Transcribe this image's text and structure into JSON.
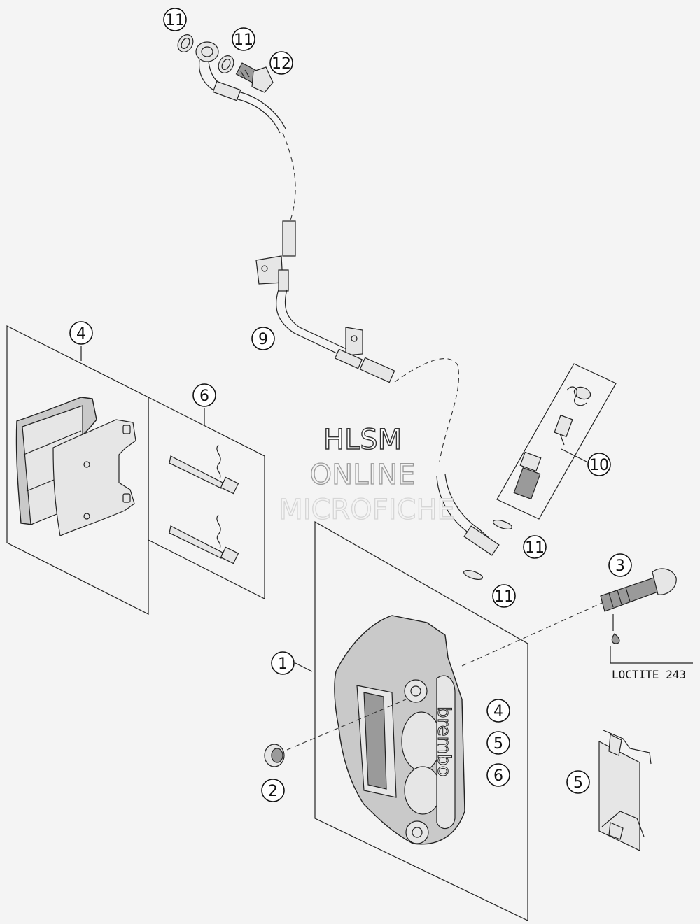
{
  "callouts": {
    "c1": "1",
    "c2": "2",
    "c3": "3",
    "c4a": "4",
    "c4b": "4",
    "c5a": "5",
    "c5b": "5",
    "c6a": "6",
    "c6b": "6",
    "c9": "9",
    "c10": "10",
    "c11a": "11",
    "c11b": "11",
    "c11c": "11",
    "c11d": "11",
    "c12": "12"
  },
  "note": {
    "loctite": "LOCTITE 243"
  },
  "watermark": {
    "line1": "HLSM",
    "line2": "ONLINE",
    "line3": "MICROFICHE"
  },
  "caliper_brand": "brembo"
}
